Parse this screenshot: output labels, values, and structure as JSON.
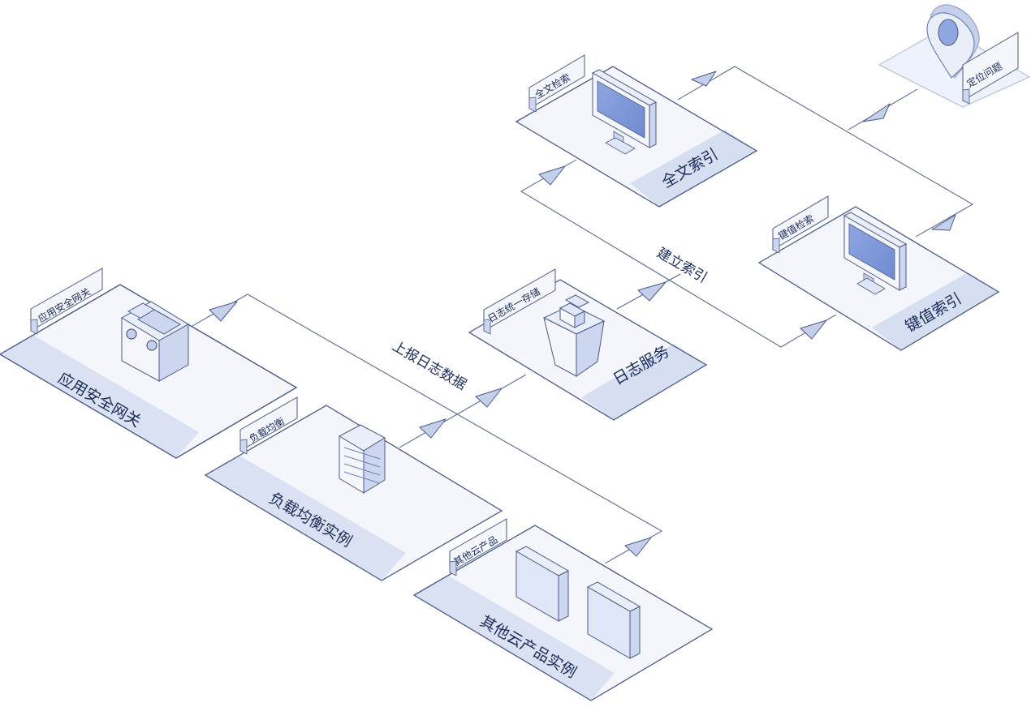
{
  "nodes": {
    "gateway": {
      "label": "应用安全网关",
      "tag": "应用安全网关"
    },
    "lb": {
      "label": "负载均衡实例",
      "tag": "负载均衡"
    },
    "other": {
      "label": "其他云产品实例",
      "tag": "其他云产品"
    },
    "log": {
      "label": "日志服务",
      "tag": "日志统一存储"
    },
    "fulltext": {
      "label": "全文索引",
      "tag": "全文检索"
    },
    "kv": {
      "label": "键值索引",
      "tag": "键值检索"
    },
    "locate": {
      "tag": "定位问题"
    }
  },
  "flows": {
    "report": "上报日志数据",
    "index": "建立索引"
  }
}
